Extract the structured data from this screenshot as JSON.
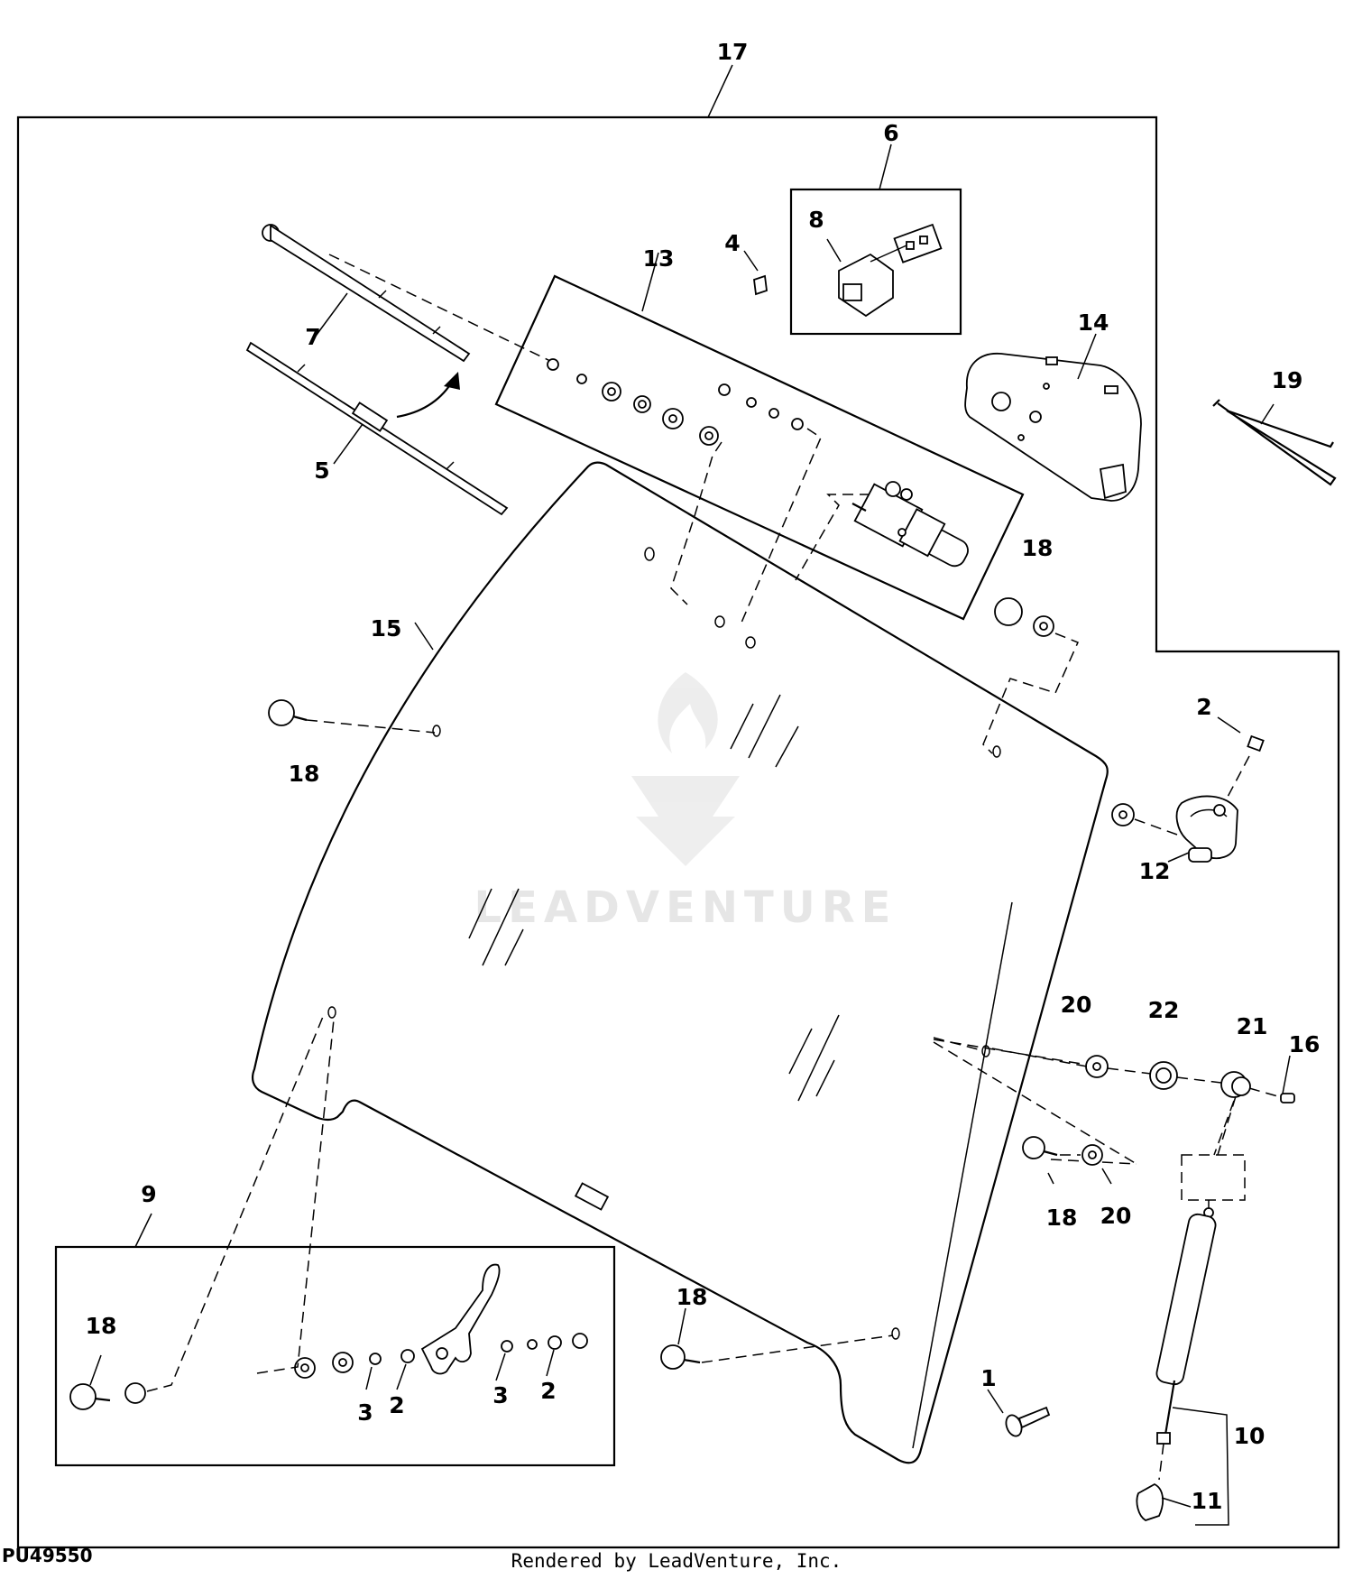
{
  "figure_code": "PU49550",
  "rendered_by": "Rendered by LeadVenture, Inc.",
  "watermark": "LEADVENTURE",
  "callouts": {
    "c17": "17",
    "c6": "6",
    "c8": "8",
    "c4": "4",
    "c13": "13",
    "c14": "14",
    "c7": "7",
    "c5": "5",
    "c19": "19",
    "c18a": "18",
    "c15": "15",
    "c18b": "18",
    "c2a": "2",
    "c12": "12",
    "c20a": "20",
    "c22": "22",
    "c21": "21",
    "c16": "16",
    "c18c": "18",
    "c20b": "20",
    "c9": "9",
    "c18d": "18",
    "c18e": "18",
    "c3a": "3",
    "c2b": "2",
    "c3b": "3",
    "c2c": "2",
    "c1": "1",
    "c10": "10",
    "c11": "11"
  }
}
